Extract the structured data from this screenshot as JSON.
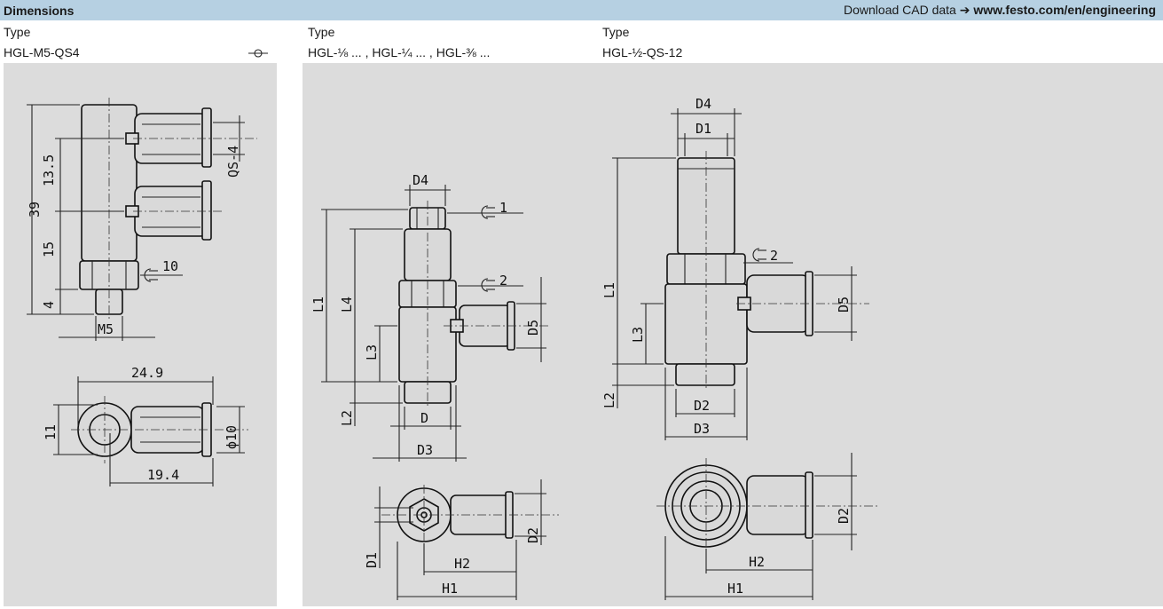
{
  "header": {
    "title": "Dimensions",
    "download_prefix": "Download CAD data",
    "arrow": "➔",
    "url": "www.festo.com/en/engineering"
  },
  "columns": [
    {
      "type_label": "Type",
      "model": "HGL-M5-QS4",
      "symbol_icon": "flow-control-symbol-icon"
    },
    {
      "type_label": "Type",
      "model": "HGL-⅛ ... , HGL-¼ ... , HGL-⅜ ..."
    },
    {
      "type_label": "Type",
      "model": "HGL-½-QS-12"
    }
  ],
  "drawing1": {
    "total_length": "39",
    "upper_pitch": "13.5",
    "lower_pitch": "15",
    "thread_length": "4",
    "tube_label": "QS-4",
    "wrench": "10",
    "thread": "M5",
    "width_overall": "24.9",
    "height": "11",
    "diameter": "ϕ10",
    "width_body": "19.4"
  },
  "drawing2": {
    "D4": "D4",
    "D1": "D1",
    "D2": "D2",
    "D3": "D3",
    "D5": "D5",
    "D": "D",
    "L1": "L1",
    "L2": "L2",
    "L3": "L3",
    "L4": "L4",
    "H1": "H1",
    "H2": "H2",
    "wrench1": "1",
    "wrench2": "2"
  },
  "drawing3": {
    "D4": "D4",
    "D1": "D1",
    "D2": "D2",
    "D3": "D3",
    "D5": "D5",
    "L1": "L1",
    "L2": "L2",
    "L3": "L3",
    "H1": "H1",
    "H2": "H2",
    "wrench2": "2"
  }
}
